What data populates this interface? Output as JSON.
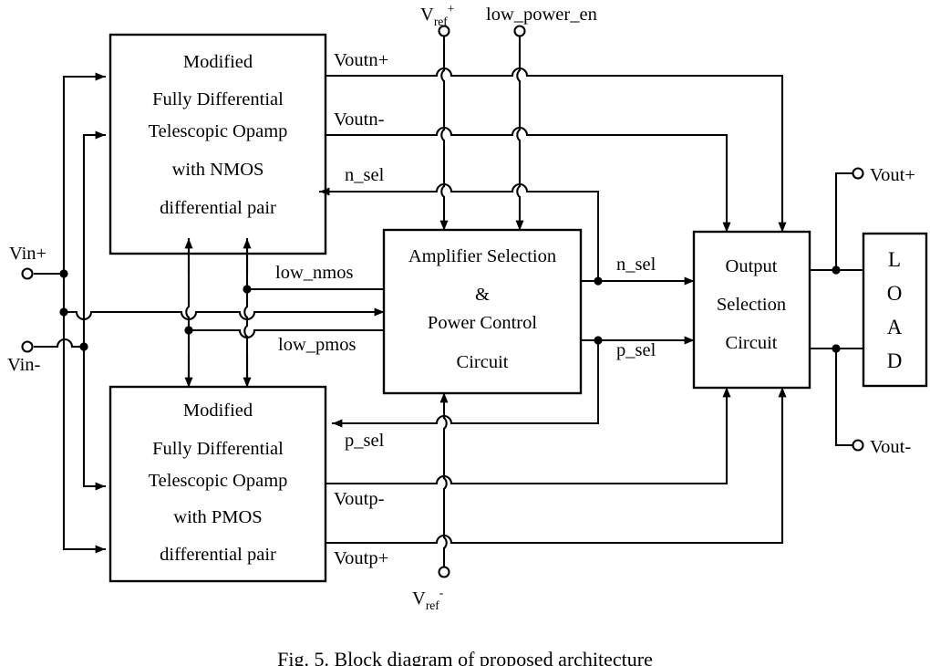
{
  "figure": {
    "caption": "Fig. 5.   Block diagram of proposed architecture",
    "type": "block-diagram"
  },
  "blocks": {
    "nmos_opamp": {
      "name": "modified-fully-differential-telescopic-opamp-nmos",
      "lines": [
        "Modified",
        "Fully Differential",
        "Telescopic  Opamp",
        "with NMOS",
        "differential pair"
      ]
    },
    "pmos_opamp": {
      "name": "modified-fully-differential-telescopic-opamp-pmos",
      "lines": [
        "Modified",
        "Fully Differential",
        "Telescopic  Opamp",
        "with PMOS",
        "differential pair"
      ]
    },
    "amp_selection": {
      "name": "amplifier-selection-and-power-control-circuit",
      "lines": [
        "Amplifier Selection",
        "&",
        "Power Control",
        "Circuit"
      ]
    },
    "output_selection": {
      "name": "output-selection-circuit",
      "lines": [
        "Output",
        "Selection",
        "Circuit"
      ]
    },
    "load": {
      "name": "load",
      "letters": [
        "L",
        "O",
        "A",
        "D"
      ]
    }
  },
  "ports": {
    "vin_plus": "Vin+",
    "vin_minus": "Vin-",
    "vref_plus_base": "V",
    "vref_plus_sub": "ref",
    "vref_plus_sup": "+",
    "vref_minus_base": "V",
    "vref_minus_sub": "ref",
    "vref_minus_sup": "-",
    "low_power_en": "low_power_en",
    "vout_plus": "Vout+",
    "vout_minus": "Vout-"
  },
  "signals": {
    "voutn_plus": "Voutn+",
    "voutn_minus": "Voutn-",
    "n_sel_left": "n_sel",
    "n_sel_right": "n_sel",
    "low_nmos": "low_nmos",
    "low_pmos": "low_pmos",
    "p_sel_left": "p_sel",
    "p_sel_right": "p_sel",
    "voutp_minus": "Voutp-",
    "voutp_plus": "Voutp+"
  },
  "colors": {
    "stroke": "#000000",
    "background": "#ffffff"
  }
}
